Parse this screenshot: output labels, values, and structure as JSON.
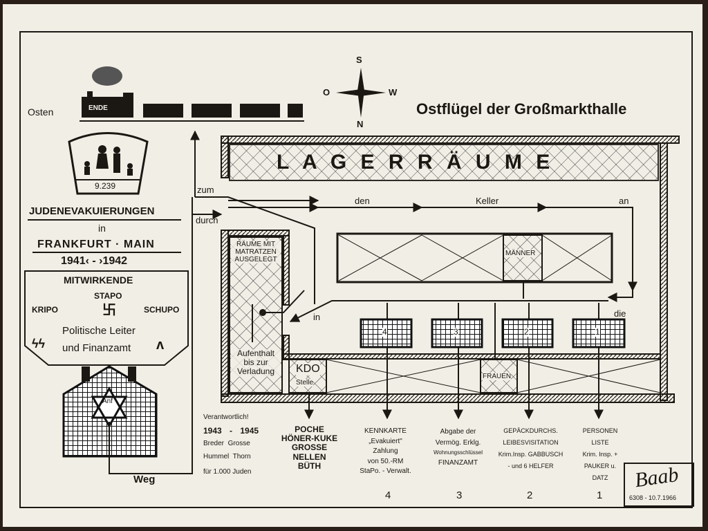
{
  "title": "Ostflügel der Großmarkthalle",
  "compass": {
    "north": "N",
    "south": "S",
    "east": "O",
    "west": "W"
  },
  "train": {
    "direction_label": "Osten",
    "locomotive_label": "ENDE"
  },
  "left_panel": {
    "count": "9.239",
    "heading": "JUDENEVAKUIERUNGEN",
    "in": "in",
    "city": "FRANKFURT · MAIN",
    "years": "1941‹ - ›1942",
    "participants_title": "MITWIRKENDE",
    "stapo": "STAPO",
    "kripo": "KRIPO",
    "schupo": "SCHUPO",
    "line1": "Politische Leiter",
    "line2": "und Finanzamt",
    "house_label": "Anf"
  },
  "plan": {
    "lagerraeume": "L A G E R R Ä U M E",
    "zum": "zum",
    "durch": "durch",
    "den": "den",
    "keller": "Keller",
    "an": "an",
    "in": "in",
    "die": "die",
    "raeume": "RÄUME MIT MATRATZEN AUSGELEGT",
    "aufenthalt": "Aufenthalt bis zur Verladung",
    "maenner": "MÄNNER",
    "frauen": "FRAUEN",
    "kdo": "KDO",
    "stelle": "Stelle",
    "tables": [
      "4",
      "3",
      "2",
      "1"
    ],
    "weg": "Weg"
  },
  "responsible": {
    "title": "Verantwortlich!",
    "years": "1943 - 1945",
    "names1": "Breder  Grosse",
    "names2": "Hummel  Thorn",
    "count": "für 1.000 Juden"
  },
  "stations": [
    {
      "lines": [
        "POCHE",
        "HÖNER-KUKE",
        "GROSSE",
        "NELLEN",
        "BÜTH"
      ],
      "number": ""
    },
    {
      "lines": [
        "KENNKARTE",
        "„Evakuiert\"",
        "Zahlung",
        "von 50.-RM",
        "StaPo. - Verwalt."
      ],
      "number": "4"
    },
    {
      "lines": [
        "Abgabe der",
        "Vermög. Erklg.",
        "Wohnungsschlüssel",
        "FINANZAMT"
      ],
      "number": "3"
    },
    {
      "lines": [
        "GEPÄCKDURCHS.",
        "LEIBESVISITATION",
        "Krim.Insp. GABBUSCH",
        "- und 6 HELFER"
      ],
      "number": "2"
    },
    {
      "lines": [
        "PERSONEN",
        "LISTE",
        "Krim. Insp. +",
        "PAUKER u.",
        "DATZ"
      ],
      "number": "1"
    }
  ],
  "signature": {
    "name": "Baab",
    "ref": "6308 - 10.7.1966"
  }
}
